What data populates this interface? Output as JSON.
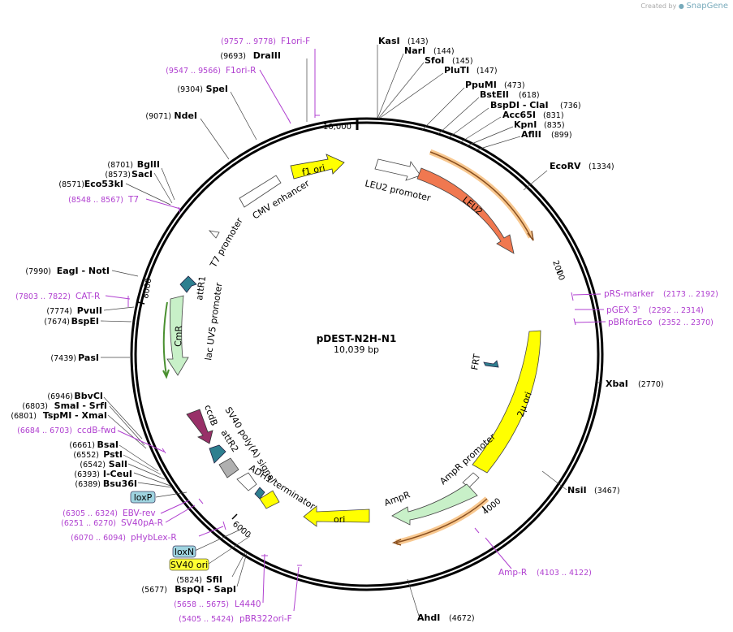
{
  "watermark": {
    "created_by": "Created by",
    "brand": "SnapGene"
  },
  "plasmid": {
    "name": "pDEST-N2H-N1",
    "size": "10,039 bp"
  },
  "ticks": [
    "10,000",
    "2000",
    "4000",
    "6000",
    "8000"
  ],
  "enzymes": [
    {
      "name": "KasI",
      "pos": "(143)"
    },
    {
      "name": "NarI",
      "pos": "(144)"
    },
    {
      "name": "SfoI",
      "pos": "(145)"
    },
    {
      "name": "PluTI",
      "pos": "(147)"
    },
    {
      "name": "PpuMI",
      "pos": "(473)"
    },
    {
      "name": "BstEII",
      "pos": "(618)"
    },
    {
      "name": "BspDI  - ClaI",
      "pos": "(736)"
    },
    {
      "name": "Acc65I",
      "pos": "(831)"
    },
    {
      "name": "KpnI",
      "pos": "(835)"
    },
    {
      "name": "AflII",
      "pos": "(899)"
    },
    {
      "name": "EcoRV",
      "pos": "(1334)"
    },
    {
      "name": "XbaI",
      "pos": "(2770)"
    },
    {
      "name": "NsiI",
      "pos": "(3467)"
    },
    {
      "name": "AhdI",
      "pos": "(4672)"
    },
    {
      "name": "DraIII",
      "pos": "(9693)"
    },
    {
      "name": "SpeI",
      "pos": "(9304)"
    },
    {
      "name": "NdeI",
      "pos": "(9071)"
    },
    {
      "name": "BglII",
      "pos": "(8701)"
    },
    {
      "name": "SacI",
      "pos": "(8573)"
    },
    {
      "name": "Eco53kI",
      "pos": "(8571)"
    },
    {
      "name": "EagI  - NotI",
      "pos": "(7990)"
    },
    {
      "name": "PvuII",
      "pos": "(7774)"
    },
    {
      "name": "BspEI",
      "pos": "(7674)"
    },
    {
      "name": "PasI",
      "pos": "(7439)"
    },
    {
      "name": "BbvCI",
      "pos": "(6946)"
    },
    {
      "name": "SmaI  - SrfI",
      "pos": "(6803)"
    },
    {
      "name": "TspMI  - XmaI",
      "pos": "(6801)"
    },
    {
      "name": "BsaI",
      "pos": "(6661)"
    },
    {
      "name": "PstI",
      "pos": "(6552)"
    },
    {
      "name": "SalI",
      "pos": "(6542)"
    },
    {
      "name": "I-CeuI",
      "pos": "(6393)"
    },
    {
      "name": "Bsu36I",
      "pos": "(6389)"
    },
    {
      "name": "SfiI",
      "pos": "(5824)"
    },
    {
      "name": "BspQI  - SapI",
      "pos": "(5677)"
    }
  ],
  "primers": [
    {
      "name": "F1ori-F",
      "pos": "(9757 .. 9778)"
    },
    {
      "name": "F1ori-R",
      "pos": "(9547 .. 9566)"
    },
    {
      "name": "T7",
      "pos": "(8548 .. 8567)"
    },
    {
      "name": "CAT-R",
      "pos": "(7803 .. 7822)"
    },
    {
      "name": "ccdB-fwd",
      "pos": "(6684 .. 6703)"
    },
    {
      "name": "EBV-rev",
      "pos": "(6305 .. 6324)"
    },
    {
      "name": "SV40pA-R",
      "pos": "(6251 .. 6270)"
    },
    {
      "name": "pHybLex-R",
      "pos": "(6070 .. 6094)"
    },
    {
      "name": "L4440",
      "pos": "(5658 .. 5675)"
    },
    {
      "name": "pBR322ori-F",
      "pos": "(5405 .. 5424)"
    },
    {
      "name": "pRS-marker",
      "pos": "(2173 .. 2192)"
    },
    {
      "name": "pGEX 3'",
      "pos": "(2292 .. 2314)"
    },
    {
      "name": "pBRforEco",
      "pos": "(2352 .. 2370)"
    },
    {
      "name": "Amp-R",
      "pos": "(4103 .. 4122)"
    }
  ],
  "features": {
    "f1_ori": "f1 ori",
    "leu2_promoter": "LEU2 promoter",
    "leu2": "LEU2",
    "cmv_enhancer": "CMV enhancer",
    "t7_promoter": "T7 promoter",
    "attr1": "attR1",
    "lac_uv5": "lac UV5 promoter",
    "cmr": "CmR",
    "frt": "FRT",
    "two_mu_ori": "2μ ori",
    "ampr_promoter": "AmpR promoter",
    "ampr": "AmpR",
    "ori": "ori",
    "ccdb": "ccdB",
    "sv40_polya": "SV40 poly(A) signal",
    "attr2": "attR2",
    "adh1_terminator": "ADH1 terminator"
  },
  "boxed_features": [
    {
      "name": "loxP",
      "color": "#9fd4e0"
    },
    {
      "name": "loxN",
      "color": "#9fd4e0"
    },
    {
      "name": "SV40 ori",
      "color": "#ffff33"
    }
  ],
  "colors": {
    "f1_ori": "#ffff00",
    "leu2": "#f07850",
    "two_mu_ori": "#ffff00",
    "ori": "#ffff00",
    "cmr": "#c8f0c8",
    "ampr": "#c8f0c8",
    "ccdb": "#983068",
    "attr": "#2e7f8f",
    "primer": "#b040d0"
  }
}
